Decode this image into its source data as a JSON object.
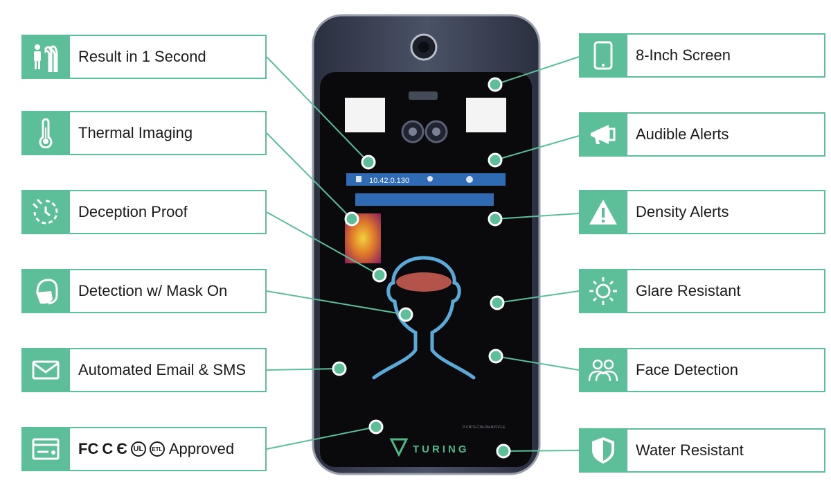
{
  "features_left": [
    {
      "label": "Result in 1 Second",
      "icon": "people-queue-icon"
    },
    {
      "label": "Thermal Imaging",
      "icon": "thermometer-icon"
    },
    {
      "label": "Deception Proof",
      "icon": "target-clock-icon"
    },
    {
      "label": "Detection w/ Mask On",
      "icon": "face-mask-icon"
    },
    {
      "label": "Automated Email & SMS",
      "icon": "envelope-icon"
    },
    {
      "label": "Approved",
      "icon": "device-panel-icon",
      "certifications": [
        "FC",
        "C",
        "Є",
        "UL",
        "ETL"
      ]
    }
  ],
  "features_right": [
    {
      "label": "8-Inch Screen",
      "icon": "tablet-icon"
    },
    {
      "label": "Audible Alerts",
      "icon": "megaphone-icon"
    },
    {
      "label": "Density Alerts",
      "icon": "warning-triangle-icon"
    },
    {
      "label": "Glare Resistant",
      "icon": "sun-icon"
    },
    {
      "label": "Face Detection",
      "icon": "group-people-icon"
    },
    {
      "label": "Water Resistant",
      "icon": "shield-icon"
    }
  ],
  "device": {
    "ip_address": "10.42.0.130",
    "brand": "TURING",
    "model_text": "P-CNTS-C1N-DN-NV1V1-E"
  },
  "colors": {
    "accent": "#5cbf9a",
    "device_frame": "#3a4152",
    "screen": "#0a0a0c",
    "status_bar": "#2f6bb4",
    "face_outline": "#5aa9d6",
    "forehead_spot": "#b4534a"
  }
}
